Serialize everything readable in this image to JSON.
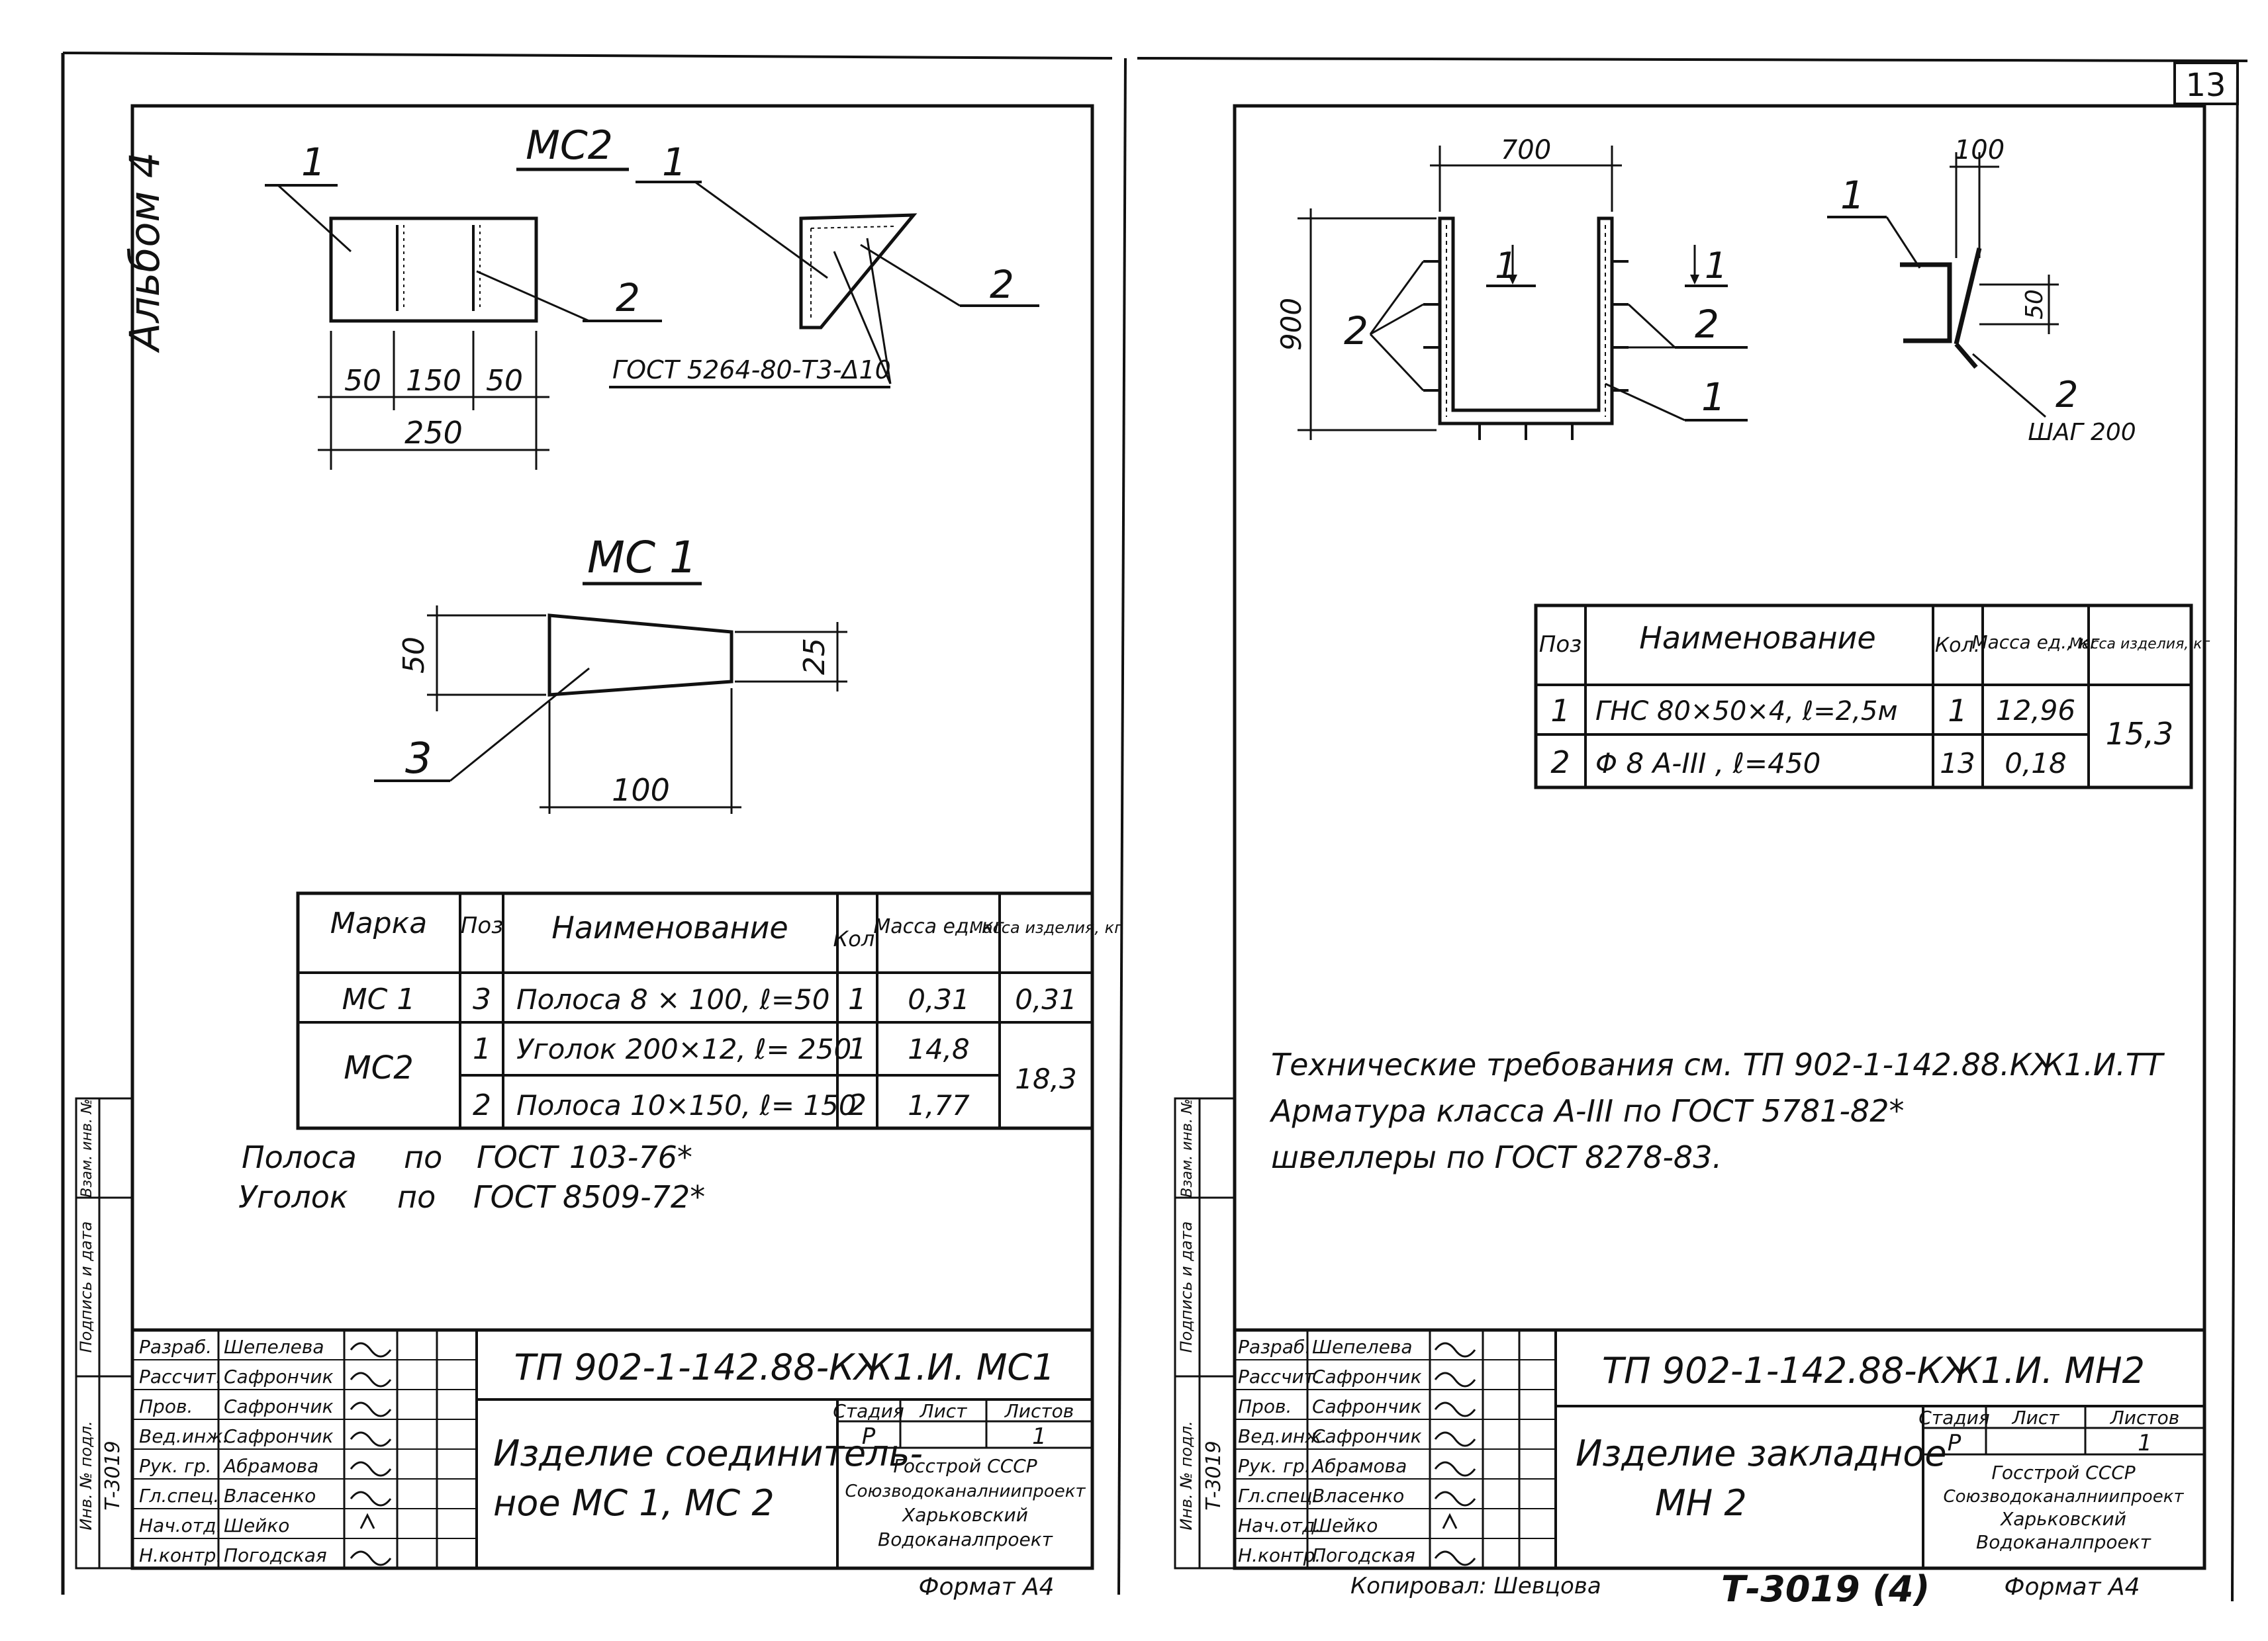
{
  "sheet_number": "13",
  "album_label": "Альбом 4",
  "left_sheet": {
    "ms2": {
      "title": "МС2",
      "callout_1": "1",
      "callout_1b": "1",
      "callout_2": "2",
      "callout_2b": "2",
      "dims": [
        "50",
        "150",
        "50"
      ],
      "dim_total": "250",
      "weld_note": "ГОСТ 5264-80-Т3-Δ10"
    },
    "ms1": {
      "title": "МС 1",
      "dim_height": "50",
      "dim_right": "25",
      "dim_length": "100",
      "callout_3": "3"
    },
    "table": {
      "headers": [
        "Марка",
        "Поз",
        "Наименование",
        "Кол.",
        "Масса ед. кг",
        "Масса изделия, кг"
      ],
      "rows": [
        {
          "mark": "МС 1",
          "pos": "3",
          "name": "Полоса 8 × 100, ℓ=50",
          "qty": "1",
          "unit_mass": "0,31",
          "total": "0,31"
        },
        {
          "mark": "МС2",
          "pos": "1",
          "name": "Уголок 200×12, ℓ= 250",
          "qty": "1",
          "unit_mass": "14,8",
          "total": "18,3"
        },
        {
          "mark": "",
          "pos": "2",
          "name": "Полоса 10×150, ℓ= 150",
          "qty": "2",
          "unit_mass": "1,77",
          "total": ""
        }
      ]
    },
    "notes": [
      {
        "a": "Полоса",
        "b": "по",
        "c": "ГОСТ",
        "d": "103-76*"
      },
      {
        "a": "Уголок",
        "b": "по",
        "c": "ГОСТ",
        "d": "8509-72*"
      }
    ],
    "title_block": {
      "code": "ТП 902-1-142.88-КЖ1.И. МС1",
      "title_line1": "Изделие соединитель-",
      "title_line2": "ное МС 1, МС 2",
      "stage_hdr": "Стадия",
      "sheet_hdr": "Лист",
      "sheets_hdr": "Листов",
      "stage": "Р",
      "sheet": "",
      "sheets": "1",
      "org": [
        "Госстрой СССР",
        "Союзводоканалниипроект",
        "Харьковский",
        "Водоканалпроект"
      ],
      "roles": [
        "Разраб.",
        "Рассчит.",
        "Пров.",
        "Вед.инж.",
        "Рук. гр.",
        "Гл.спец.",
        "Нач.отд.",
        "Н.контр."
      ],
      "names": [
        "Шепелева",
        "Сафрончик",
        "Сафрончик",
        "Сафрончик",
        "Абрамова",
        "Власенко",
        "Шейко",
        "Погодская"
      ],
      "format": "Формат А4"
    },
    "side_stamp": [
      "Инв. № подл.",
      "Т-3019",
      "Подпись и дата",
      "Взам. инв. №"
    ]
  },
  "right_sheet": {
    "drawing": {
      "dim_width": "700",
      "dim_height": "900",
      "callout_1": "1",
      "callout_2a": "2",
      "callout_2b": "2",
      "section_left": "1",
      "section_right": "1",
      "sec_dim_top": "100",
      "sec_dim_side": "50",
      "sec_callout_1": "1",
      "sec_callout_2": "2",
      "sec_step": "ШАГ 200"
    },
    "table": {
      "headers": [
        "Поз",
        "Наименование",
        "Кол.",
        "Масса ед., кг",
        "Масса изделия, кг"
      ],
      "rows": [
        {
          "pos": "1",
          "name": "ГНС 80×50×4, ℓ=2,5м",
          "qty": "1",
          "unit_mass": "12,96",
          "total": "15,3"
        },
        {
          "pos": "2",
          "name": "Φ 8 А-III , ℓ=450",
          "qty": "13",
          "unit_mass": "0,18",
          "total": ""
        }
      ]
    },
    "notes": [
      "Технические требования см. ТП 902-1-142.88.КЖ1.И.ТТ",
      "Арматура класса А-III по ГОСТ 5781-82*",
      "швеллеры по ГОСТ 8278-83."
    ],
    "title_block": {
      "code": "ТП 902-1-142.88-КЖ1.И. МН2",
      "title_line1": "Изделие закладное",
      "title_line2": "МН 2",
      "stage_hdr": "Стадия",
      "sheet_hdr": "Лист",
      "sheets_hdr": "Листов",
      "stage": "Р",
      "sheet": "",
      "sheets": "1",
      "org": [
        "Госстрой СССР",
        "Союзводоканалниипроект",
        "Харьковский",
        "Водоканалпроект"
      ],
      "roles": [
        "Разраб.",
        "Рассчит.",
        "Пров.",
        "Вед.инж.",
        "Рук. гр.",
        "Гл.спец.",
        "Нач.отд.",
        "Н.контр."
      ],
      "names": [
        "Шепелева",
        "Сафрончик",
        "Сафрончик",
        "Сафрончик",
        "Абрамова",
        "Власенко",
        "Шейко",
        "Погодская"
      ],
      "format": "Формат А4"
    },
    "side_stamp": [
      "Инв. № подл.",
      "Т-3019",
      "Подпись и дата",
      "Взам. инв. №"
    ]
  },
  "copied_by": "Копировал: Шевцова",
  "stamp_code": "Т-3019 (4)"
}
